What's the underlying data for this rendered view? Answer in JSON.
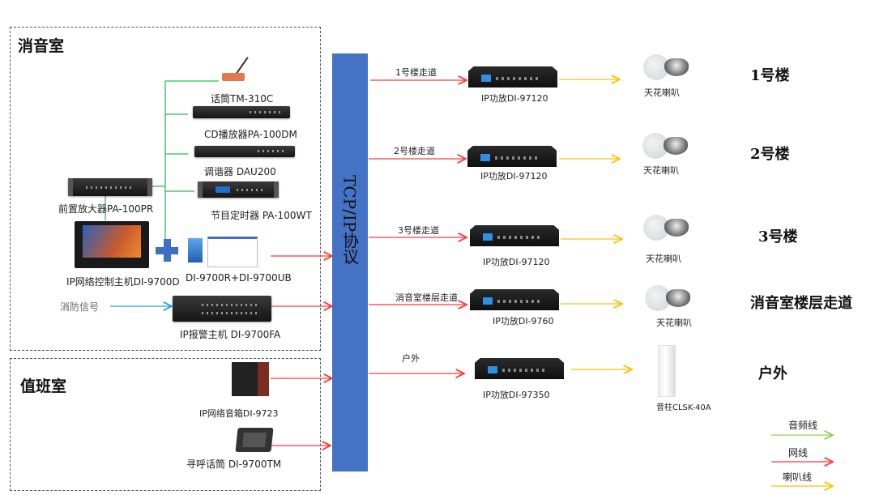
{
  "bus": {
    "label": "TCP/IP协议",
    "color": "#4472c4"
  },
  "rooms": {
    "anechoic": {
      "title": "消音室",
      "devices": {
        "mic": "话筒TM-310C",
        "cd_player": "CD播放器PA-100DM",
        "tuner": "调谐器 DAU200",
        "preamp": "前置放大器PA-100PR",
        "timer": "节目定时器 PA-100WT",
        "control_host": "IP网络控制主机DI-9700D",
        "software": "DI-9700R+DI-9700UB",
        "fire_signal": "消防信号",
        "alarm_host": "IP报警主机 DI-9700FA"
      }
    },
    "duty": {
      "title": "值班室",
      "devices": {
        "network_speaker": "IP网络音箱DI-9723",
        "paging_mic": "寻呼话筒 DI-9700TM"
      }
    }
  },
  "zones": [
    {
      "line_label": "1号楼走道",
      "amp": "IP功放DI-97120",
      "speaker": "天花喇叭",
      "zone": "1号楼"
    },
    {
      "line_label": "2号楼走道",
      "amp": "IP功放DI-97120",
      "speaker": "天花喇叭",
      "zone": "2号楼"
    },
    {
      "line_label": "3号楼走道",
      "amp": "IP功放DI-97120",
      "speaker": "天花喇叭",
      "zone": "3号楼"
    },
    {
      "line_label": "消音室楼层走道",
      "amp": "IP功放DI-9760",
      "speaker": "天花喇叭",
      "zone": "消音室楼层走道"
    },
    {
      "line_label": "户外",
      "amp": "IP功放DI-97350",
      "speaker": "音柱CLSK-40A",
      "zone": "户外"
    }
  ],
  "legend": [
    {
      "label": "音频线",
      "color": "#92d050"
    },
    {
      "label": "网线",
      "color": "#ff3b3b"
    },
    {
      "label": "喇叭线",
      "color": "#ffc000"
    }
  ],
  "colors": {
    "audio": "#2ebd5a",
    "network": "#ff3b3b",
    "speaker": "#ffc000",
    "fire": "#1ea7e8"
  }
}
